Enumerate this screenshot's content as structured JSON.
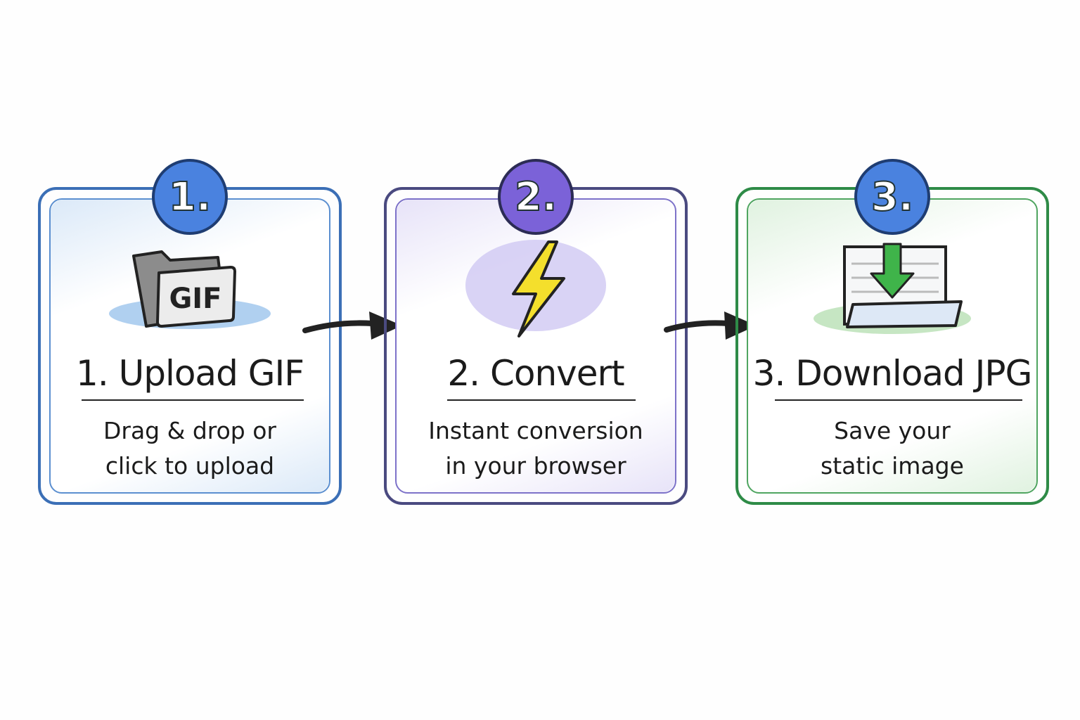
{
  "diagram": {
    "type": "process-flow",
    "steps": [
      {
        "badge": "1.",
        "title": "1. Upload GIF",
        "description_lines": [
          "Drag & drop or",
          "click to upload"
        ],
        "icon": "folder-gif-icon",
        "icon_label": "GIF",
        "color": "#3b6fb6",
        "badge_color": "#4a82df",
        "wash_color": "#d9e8f8"
      },
      {
        "badge": "2.",
        "title": "2. Convert",
        "description_lines": [
          "Instant conversion",
          "in your browser"
        ],
        "icon": "lightning-bolt-icon",
        "color": "#4a4a80",
        "badge_color": "#7b62d8",
        "wash_color": "#e7e3f8"
      },
      {
        "badge": "3.",
        "title": "3. Download JPG",
        "description_lines": [
          "Save your",
          "static image"
        ],
        "icon": "download-tray-icon",
        "color": "#2e8b47",
        "badge_color": "#4a82df",
        "wash_color": "#e0f2e0"
      }
    ],
    "connectors": [
      "arrow-right-icon",
      "arrow-right-icon"
    ]
  }
}
